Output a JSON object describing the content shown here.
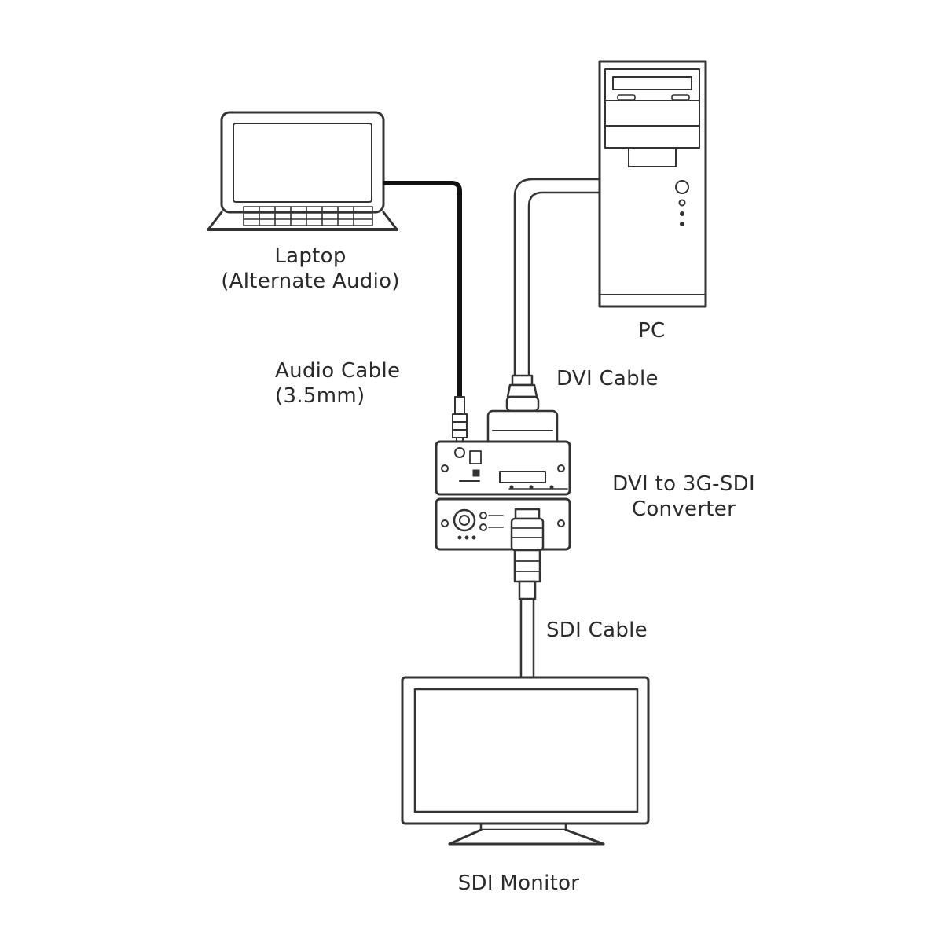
{
  "labels": {
    "laptop_line1": "Laptop",
    "laptop_line2": "(Alternate Audio)",
    "pc": "PC",
    "audio_cable_line1": "Audio Cable",
    "audio_cable_line2": "(3.5mm)",
    "dvi_cable": "DVI Cable",
    "converter_line1": "DVI to 3G-SDI",
    "converter_line2": "Converter",
    "sdi_cable": "SDI Cable",
    "sdi_monitor": "SDI Monitor"
  }
}
